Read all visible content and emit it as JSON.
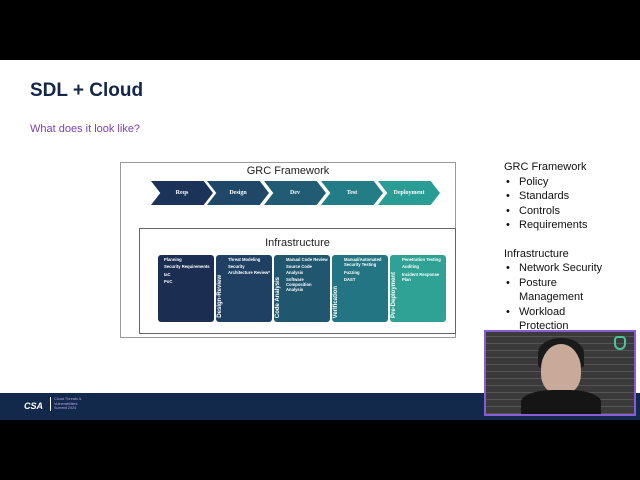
{
  "slide": {
    "title": "SDL + Cloud",
    "subtitle": "What does it look like?"
  },
  "diagram": {
    "grc_title": "GRC Framework",
    "stages": [
      {
        "label": "Reqs",
        "color": "#1b3358"
      },
      {
        "label": "Design",
        "color": "#1f4868"
      },
      {
        "label": "Dev",
        "color": "#215c74"
      },
      {
        "label": "Test",
        "color": "#237d86"
      },
      {
        "label": "Deployment",
        "color": "#2a9c96"
      }
    ],
    "infra_title": "Infrastructure",
    "phases": [
      {
        "label": "",
        "items": [
          "Planning",
          "Security Requirements",
          "IaC",
          "PoC"
        ],
        "color": "#1b2e52"
      },
      {
        "label": "Design-Review",
        "items": [
          "Threat Modeling",
          "Security Architecture Review*"
        ],
        "color": "#1f4063"
      },
      {
        "label": "Code Analysis",
        "items": [
          "Manual Code Review",
          "Source Code Analysis",
          "Software Composition Analysis"
        ],
        "color": "#20566e"
      },
      {
        "label": "Verification",
        "items": [
          "Manual/Automated Security Testing",
          "Fuzzing",
          "DAST"
        ],
        "color": "#247583"
      },
      {
        "label": "Pre-Deployment",
        "items": [
          "Penetration Testing",
          "Auditing",
          "Incident Response Plan"
        ],
        "color": "#30a195"
      }
    ]
  },
  "notes": {
    "grc_heading": "GRC Framework",
    "grc_items": [
      "Policy",
      "Standards",
      "Controls",
      "Requirements"
    ],
    "infra_heading": "Infrastructure",
    "infra_items": [
      "Network Security",
      "Posture Management",
      "Workload Protection"
    ]
  },
  "footer": {
    "logo": "CSA",
    "event": "Cloud Threats & Vulnerabilities Summit 2024"
  }
}
